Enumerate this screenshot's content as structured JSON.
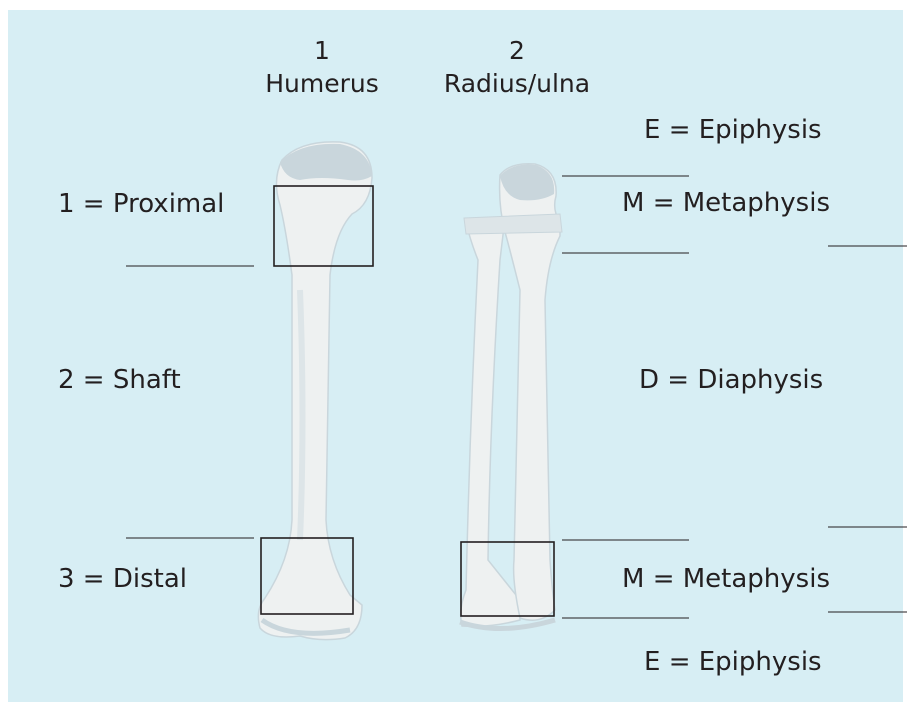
{
  "columns": [
    {
      "number": "1",
      "name": "Humerus"
    },
    {
      "number": "2",
      "name": "Radius/ulna"
    }
  ],
  "left_labels": {
    "proximal": "1 = Proximal",
    "shaft": "2 = Shaft",
    "distal": "3 = Distal"
  },
  "right_labels": {
    "epiphysis_top": "E = Epiphysis",
    "metaphysis_top": "M = Metaphysis",
    "diaphysis": "D = Diaphysis",
    "metaphysis_bottom": "M = Metaphysis",
    "epiphysis_bottom": "E = Epiphysis"
  },
  "colors": {
    "background": "#d7eef4",
    "bone": "#eef1f1",
    "bone_shade": "#c9d6dc",
    "lines": "#231f20"
  }
}
